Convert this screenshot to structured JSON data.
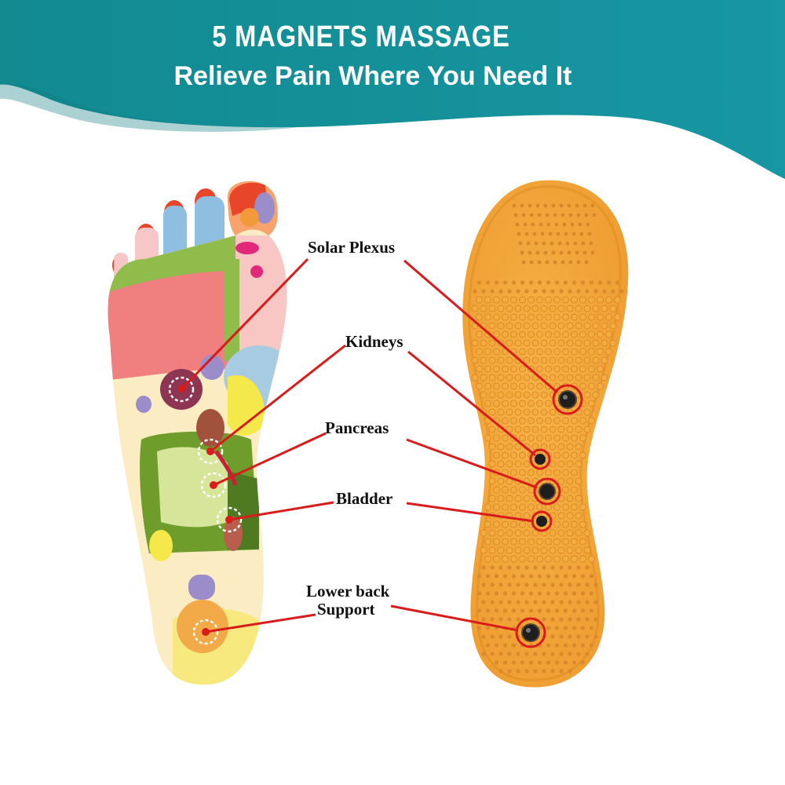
{
  "header": {
    "title": "5 MAGNETS MASSAGE",
    "subtitle": "Relieve Pain Where You Need It"
  },
  "labels": {
    "solar_plexus": "Solar Plexus",
    "kidneys": "Kidneys",
    "pancreas": "Pancreas",
    "bladder": "Bladder",
    "lower_back_1": "Lower back",
    "lower_back_2": "Support"
  },
  "colors": {
    "banner": "#138e96",
    "insole": "#f3a43b",
    "pointer": "#d81c1c"
  }
}
